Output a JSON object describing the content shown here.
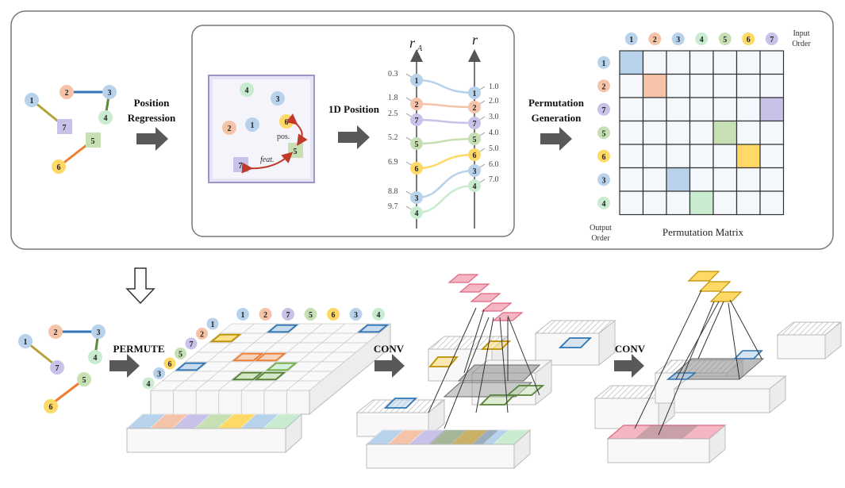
{
  "top": {
    "position_regression": [
      "Position",
      "Regression"
    ],
    "one_d_position": "1D Position",
    "permutation_generation": [
      "Permutation",
      "Generation"
    ],
    "axis_ra": "r",
    "axis_ra_sub": "A",
    "axis_r": "r",
    "pos_label": "pos.",
    "feat_label": "feat.",
    "input_order": [
      "Input",
      "Order"
    ],
    "output_order": [
      "Output",
      "Order"
    ],
    "permutation_matrix": "Permutation Matrix"
  },
  "bottom": {
    "permute": "PERMUTE",
    "conv1": "CONV",
    "conv2": "CONV"
  },
  "colors": {
    "1": "#b7d2ea",
    "2": "#f5c4a8",
    "3": "#b7d2ea",
    "4": "#c9ebcf",
    "5": "#c6e0b4",
    "6": "#ffd966",
    "7": "#c9c2e8"
  },
  "graph": {
    "nodes": [
      "1",
      "2",
      "3",
      "4",
      "5",
      "6",
      "7"
    ]
  },
  "projection": {
    "ra_values": [
      "0.3",
      "1.8",
      "2.5",
      "5.2",
      "6.9",
      "8.8",
      "9.7"
    ],
    "ra_nodes": [
      "1",
      "2",
      "7",
      "5",
      "6",
      "3",
      "4"
    ],
    "r_values": [
      "1.0",
      "2.0",
      "3.0",
      "4.0",
      "5.0",
      "6.0",
      "7.0"
    ],
    "r_nodes": [
      "1",
      "2",
      "7",
      "5",
      "6",
      "3",
      "4"
    ]
  },
  "matrix": {
    "input_order": [
      "1",
      "2",
      "3",
      "4",
      "5",
      "6",
      "7"
    ],
    "output_order": [
      "1",
      "2",
      "7",
      "5",
      "6",
      "3",
      "4"
    ],
    "ones": [
      [
        0,
        0
      ],
      [
        1,
        1
      ],
      [
        2,
        6
      ],
      [
        3,
        4
      ],
      [
        4,
        5
      ],
      [
        5,
        2
      ],
      [
        6,
        3
      ]
    ]
  },
  "tensor": {
    "col_nodes": [
      "1",
      "2",
      "7",
      "5",
      "6",
      "3",
      "4"
    ],
    "row_nodes": [
      "1",
      "2",
      "7",
      "5",
      "6",
      "3",
      "4"
    ]
  }
}
